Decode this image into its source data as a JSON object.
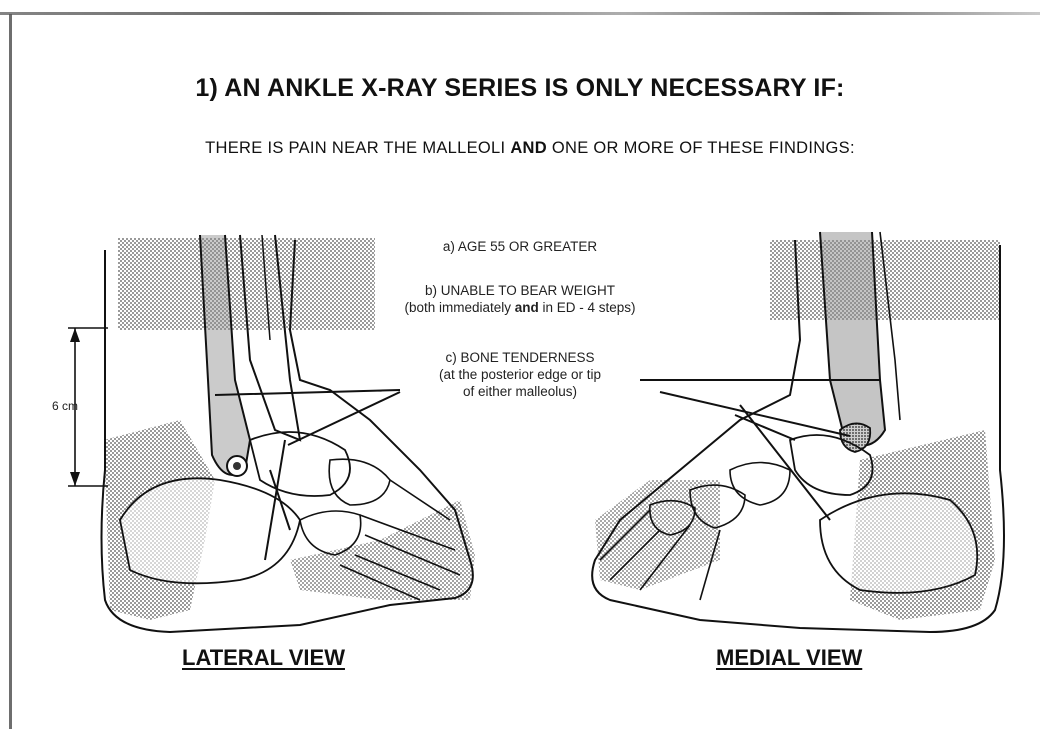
{
  "title": "1) AN ANKLE X-RAY SERIES IS ONLY NECESSARY IF:",
  "subtitle": {
    "part1": "THERE IS PAIN NEAR THE MALLEOLI ",
    "bold": "AND",
    "part2": " ONE OR MORE OF THESE FINDINGS:"
  },
  "findings": {
    "a": "a) AGE 55 OR GREATER",
    "b_line1": "b) UNABLE TO BEAR WEIGHT",
    "b_line2_pre": "(both immediately ",
    "b_line2_bold": "and",
    "b_line2_post": " in ED - 4 steps)",
    "c_line1": "c) BONE TENDERNESS",
    "c_line2": "(at the posterior edge or tip",
    "c_line3": "of either malleolus)"
  },
  "scale_label": "6 cm",
  "views": {
    "lateral": "LATERAL VIEW",
    "medial": "MEDIAL VIEW"
  },
  "colors": {
    "ink": "#111111",
    "shade": "#b5b5b5",
    "bone_shade": "#8c8c8c"
  }
}
